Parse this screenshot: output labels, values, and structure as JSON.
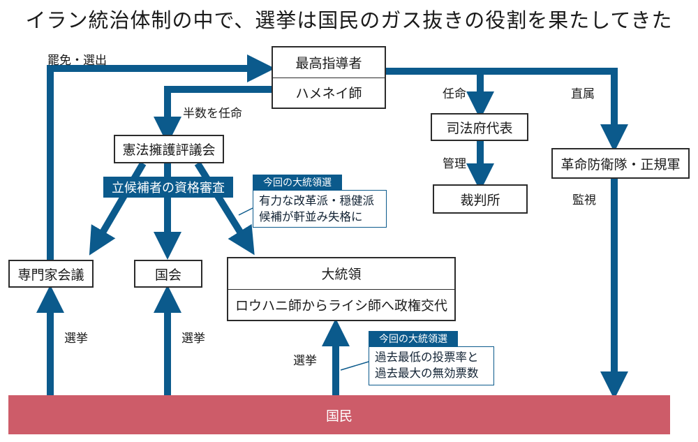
{
  "title": "イラン統治体制の中で、選挙は国民のガス抜きの役割を果たしてきた",
  "nodes": {
    "supreme_leader": {
      "label": "最高指導者",
      "sub": "ハメネイ師"
    },
    "guardian_council": {
      "label": "憲法擁護評議会"
    },
    "judiciary_head": {
      "label": "司法府代表"
    },
    "courts": {
      "label": "裁判所"
    },
    "irgc_army": {
      "label": "革命防衛隊・正規軍"
    },
    "assembly_experts": {
      "label": "専門家会議"
    },
    "parliament": {
      "label": "国会"
    },
    "president": {
      "label": "大統領",
      "sub": "ロウハニ師からライシ師へ政権交代"
    },
    "people": {
      "label": "国民"
    }
  },
  "edge_labels": {
    "dismiss_elect": "罷免・選出",
    "appoint_half": "半数を任命",
    "appoint": "任命",
    "direct_control": "直属",
    "manage": "管理",
    "monitor": "監視",
    "election_1": "選挙",
    "election_2": "選挙",
    "election_3": "選挙"
  },
  "banner": "立候補者の資格審査",
  "notes": [
    {
      "tag": "今回の大統領選",
      "lines": [
        "有力な改革派・穏健派",
        "候補が軒並み失格に"
      ]
    },
    {
      "tag": "今回の大統領選",
      "lines": [
        "過去最低の投票率と",
        "過去最大の無効票数"
      ]
    }
  ],
  "colors": {
    "arrow": "#0b5a8c",
    "people_bar": "#cd5c69",
    "box_border": "#2b2b2b"
  }
}
